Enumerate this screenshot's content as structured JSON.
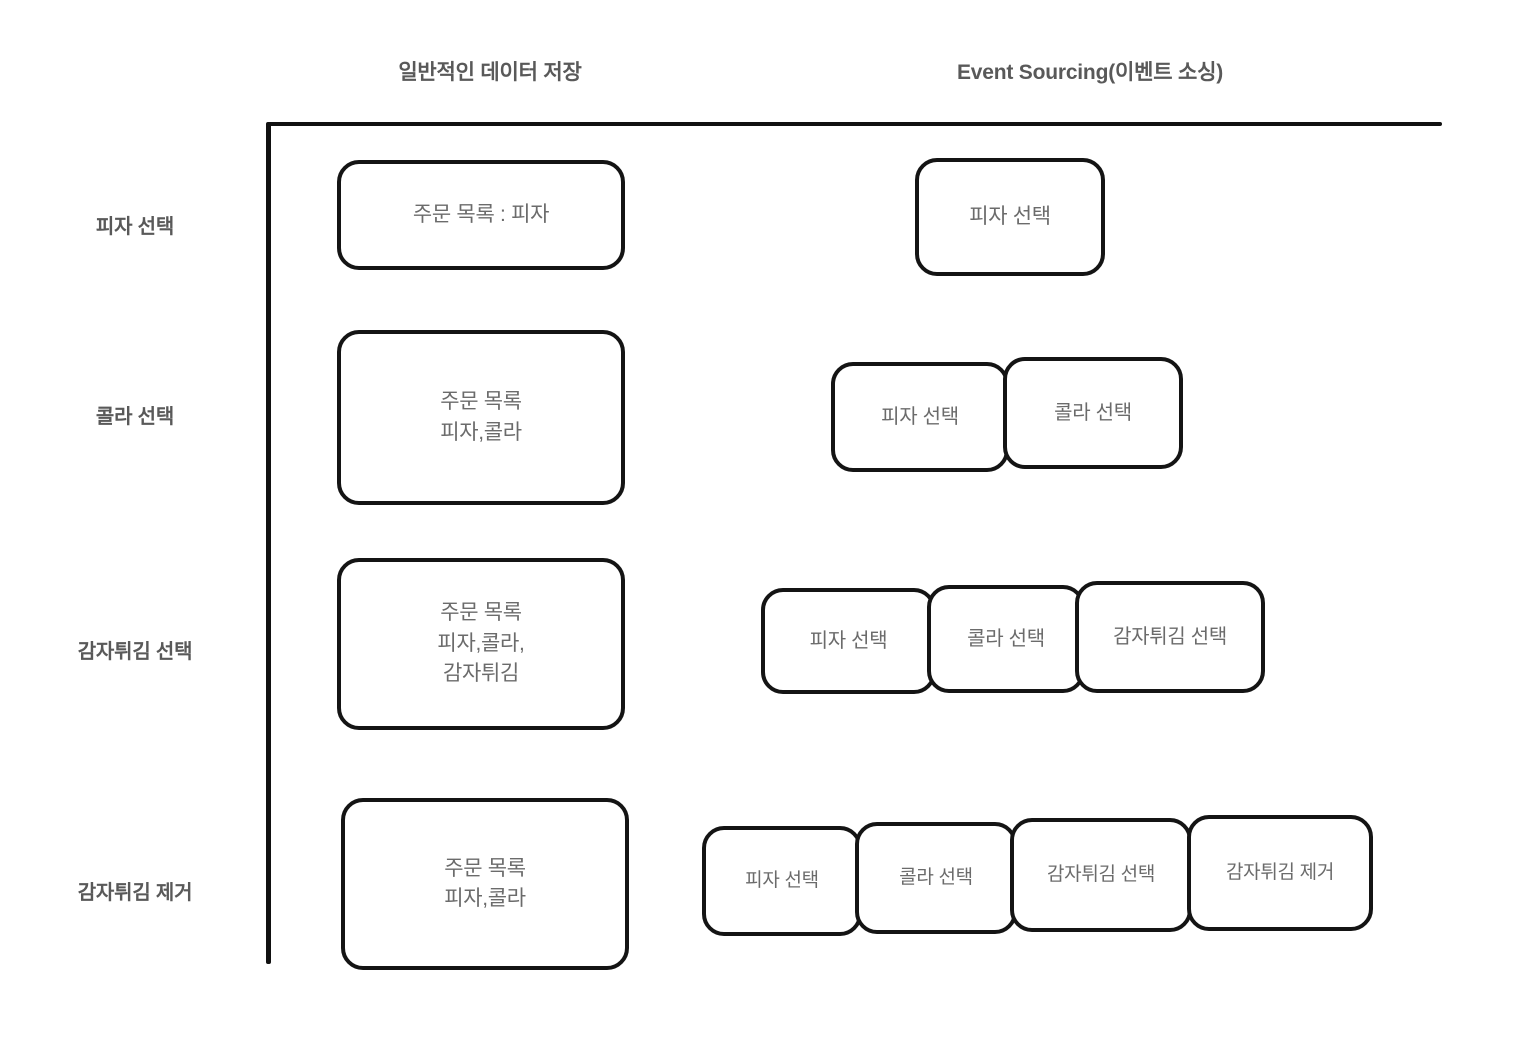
{
  "headings": {
    "traditional": "일반적인 데이터 저장",
    "event_sourcing": "Event Sourcing(이벤트 소싱)"
  },
  "rows": [
    {
      "label": "피자 선택"
    },
    {
      "label": "콜라 선택"
    },
    {
      "label": "감자튀김 선택"
    },
    {
      "label": "감자튀김 제거"
    }
  ],
  "traditional_boxes": [
    {
      "text": "주문 목록 : 피자"
    },
    {
      "text": "주문 목록\n피자,콜라"
    },
    {
      "text": "주문 목록\n피자,콜라,\n감자튀김"
    },
    {
      "text": "주문 목록\n피자,콜라"
    }
  ],
  "event_boxes": [
    [
      "피자 선택"
    ],
    [
      "피자 선택",
      "콜라 선택"
    ],
    [
      "피자 선택",
      "콜라 선택",
      "감자튀김 선택"
    ],
    [
      "피자 선택",
      "콜라 선택",
      "감자튀김 선택",
      "감자튀김 제거"
    ]
  ],
  "colors": {
    "background": "#ffffff",
    "box_border": "#141414",
    "box_text": "#6b6b6b",
    "heading_text": "#595959",
    "axis": "#111111"
  }
}
